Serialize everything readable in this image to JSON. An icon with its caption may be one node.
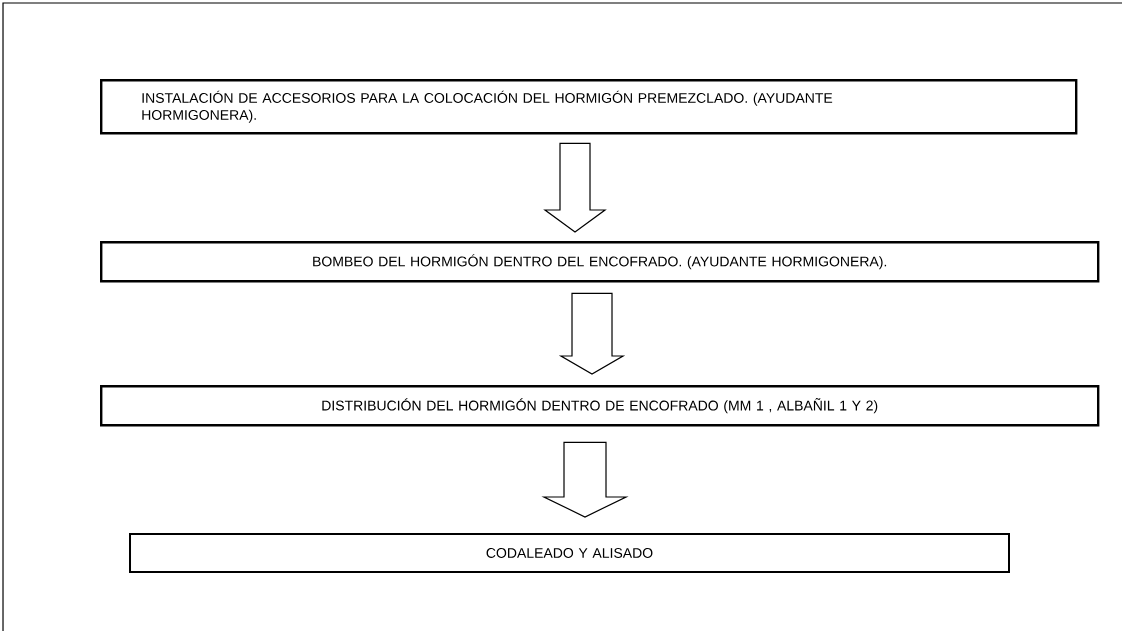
{
  "diagram": {
    "nodes": [
      {
        "text": [
          "INSTALACIÓN DE  ACCESORIOS PARA LA COLOCACIÓN  DEL HORMIGÓN PREMEZCLADO. (AYUDANTE HORMIGONERA)."
        ]
      },
      {
        "text": [
          "BOMBEO DEL HORMIGÓN DENTRO DEL ENCOFRADO. (AYUDANTE HORMIGONERA)."
        ]
      },
      {
        "text": [
          "DISTRIBUCIÓN DEL HORMIGÓN DENTRO DE ENCOFRADO (MM 1 , ALBAÑIL 1 Y 2)"
        ]
      },
      {
        "text": [
          "CODALEADO Y ALISADO"
        ]
      }
    ],
    "edges": [
      {
        "from": 0,
        "to": 1,
        "arrow": "to"
      },
      {
        "from": 1,
        "to": 2,
        "arrow": "to"
      },
      {
        "from": 2,
        "to": 3,
        "arrow": "to"
      }
    ]
  }
}
